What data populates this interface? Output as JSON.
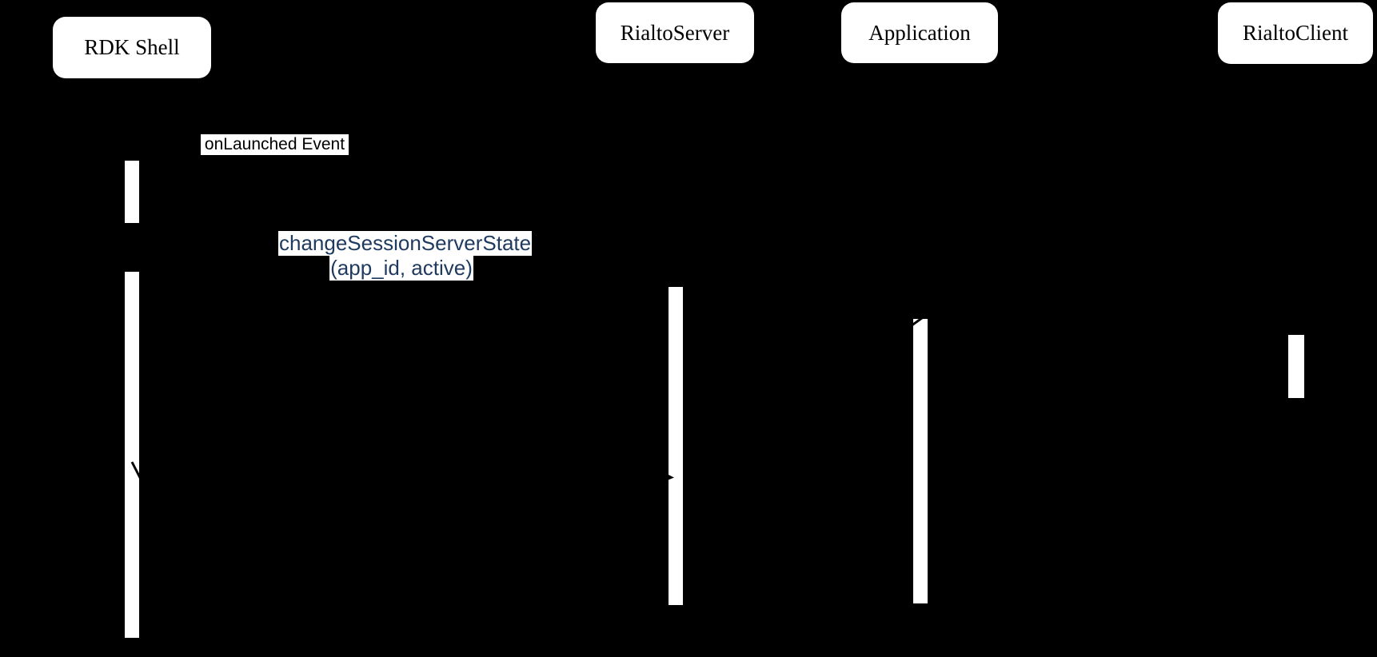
{
  "diagram": {
    "type": "sequence-diagram",
    "participants": [
      {
        "name": "RDK Shell"
      },
      {
        "name": "RialtoServer"
      },
      {
        "name": "Application"
      },
      {
        "name": "RialtoClient"
      }
    ],
    "messages": [
      {
        "label": "onLaunched Event",
        "from": "off-screen",
        "to": "RDK Shell"
      },
      {
        "label_line1": "changeSessionServerState",
        "label_line2": "(app_id, active)",
        "from": "RDK Shell",
        "to": "RialtoServer"
      }
    ],
    "activations": [
      {
        "participant": "RDK Shell",
        "index": 1
      },
      {
        "participant": "RDK Shell",
        "index": 2
      },
      {
        "participant": "RialtoServer",
        "index": 1
      },
      {
        "participant": "Application",
        "index": 1
      },
      {
        "participant": "RialtoClient",
        "index": 1
      }
    ],
    "colors": {
      "background": "#000000",
      "box_fill": "#ffffff",
      "box_text": "#000000",
      "bar_fill": "#ffffff",
      "label_bg": "#ffffff",
      "message1_text": "#000000",
      "message2_text": "#1f3a5f",
      "arrow": "#000000"
    }
  }
}
